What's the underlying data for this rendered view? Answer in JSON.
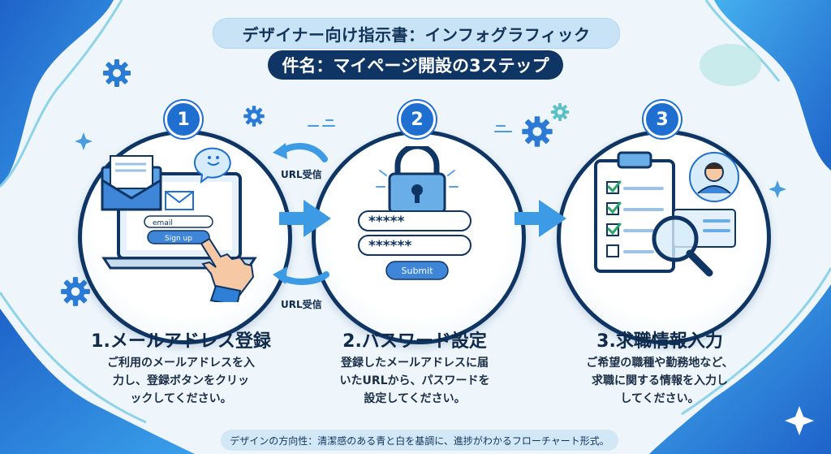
{
  "header": {
    "title": "デザイナー向け指示書：インフォグラフィック",
    "subject": "件名：マイページ開設の3ステップ"
  },
  "steps": [
    {
      "number": "1",
      "title": "1.メールアドレス登録",
      "description_lines": [
        "ご利用のメールアドレスを入",
        "力し、登録ボタンをクリッ",
        "ックしてください。"
      ],
      "email_placeholder": "email",
      "button_label": "Sign up"
    },
    {
      "number": "2",
      "title": "2.パスワード設定",
      "description_lines": [
        "登録したメールアドレスに届",
        "いたURLから、パスワードを",
        "設定してください。"
      ],
      "password_fields": [
        "*****",
        "******"
      ],
      "button_label": "Submit"
    },
    {
      "number": "3",
      "title": "3.求職情報入力",
      "description_lines": [
        "ご希望の職種や勤務地など、",
        "求職に関する情報を入力し",
        "してください。"
      ]
    }
  ],
  "arrows": {
    "upper_label": "URL受信",
    "lower_label": "URL受信"
  },
  "footer": {
    "note": "デザインの方向性：清潔感のある青と白を基調に、進捗がわかるフローチャート形式。"
  },
  "colors": {
    "navy": "#0f3564",
    "accent_blue": "#1f6fd1",
    "light_blue": "#c9e3f6",
    "arrow_blue": "#3d9be6"
  },
  "icons": [
    "envelope-icon",
    "laptop-icon",
    "pointing-hand-icon",
    "smiley-bubble-icon",
    "padlock-icon",
    "clipboard-checklist-icon",
    "magnifier-icon",
    "user-avatar-icon",
    "gear-icon",
    "sparkle-icon"
  ]
}
